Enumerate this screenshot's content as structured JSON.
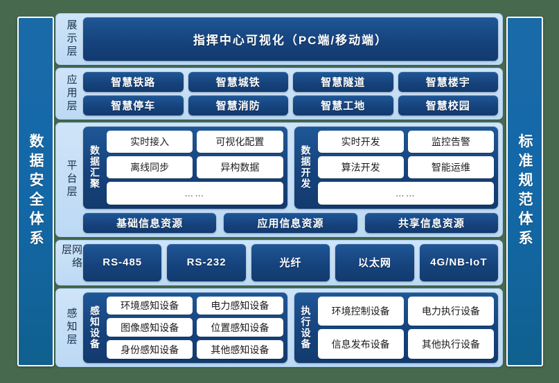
{
  "sides": {
    "left": {
      "label": "数据安全体系"
    },
    "right": {
      "label": "标准规范体系"
    }
  },
  "layers": {
    "display": {
      "label": "展示层",
      "banner": "指挥中心可视化（PC端/移动端）"
    },
    "application": {
      "label": "应用层",
      "row1": [
        "智慧铁路",
        "智慧城铁",
        "智慧隧道",
        "智慧楼宇"
      ],
      "row2": [
        "智慧停车",
        "智慧消防",
        "智慧工地",
        "智慧校园"
      ]
    },
    "platform": {
      "label": "平台层",
      "groups": [
        {
          "title": "数据汇聚",
          "row1": [
            "实时接入",
            "可视化配置"
          ],
          "row2": [
            "离线同步",
            "异构数据"
          ],
          "row3": "……"
        },
        {
          "title": "数据开发",
          "row1": [
            "实时开发",
            "监控告警"
          ],
          "row2": [
            "算法开发",
            "智能运维"
          ],
          "row3": "……"
        }
      ],
      "resources": [
        "基础信息资源",
        "应用信息资源",
        "共享信息资源"
      ]
    },
    "network": {
      "label": "网络层",
      "items": [
        "RS-485",
        "RS-232",
        "光纤",
        "以太网",
        "4G/NB-IoT"
      ]
    },
    "perception": {
      "label": "感知层",
      "groups": [
        {
          "title": "感知设备",
          "row1": [
            "环境感知设备",
            "电力感知设备"
          ],
          "row2": [
            "图像感知设备",
            "位置感知设备"
          ],
          "row3": [
            "身份感知设备",
            "其他感知设备"
          ]
        },
        {
          "title": "执行设备",
          "row1": [
            "环境控制设备",
            "电力执行设备"
          ],
          "row2": [
            "信息发布设备",
            "其他执行设备"
          ]
        }
      ]
    }
  },
  "colors": {
    "background": "#47694e",
    "side_bar_blue": "#1368a8",
    "layer_light_blue": "#cfe4f8",
    "pill_dark_blue": "#16437d",
    "chip_white": "#ffffff",
    "label_text": "#16304a"
  }
}
